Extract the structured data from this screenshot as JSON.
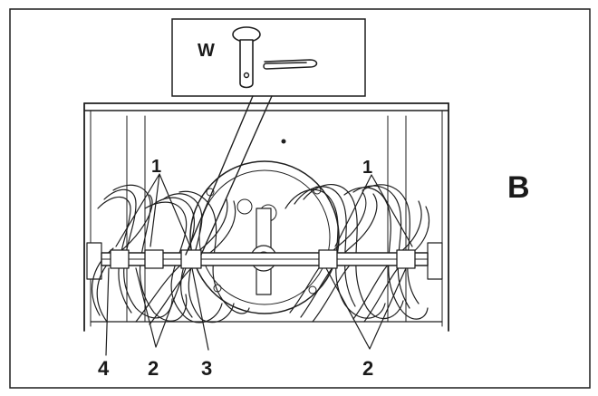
{
  "figure": {
    "panel_letter": "B",
    "inset_label": "W",
    "callouts": {
      "left_top": "1",
      "right_top": "1",
      "bottom_4": "4",
      "bottom_2_left": "2",
      "bottom_3": "3",
      "bottom_2_right": "2"
    }
  }
}
